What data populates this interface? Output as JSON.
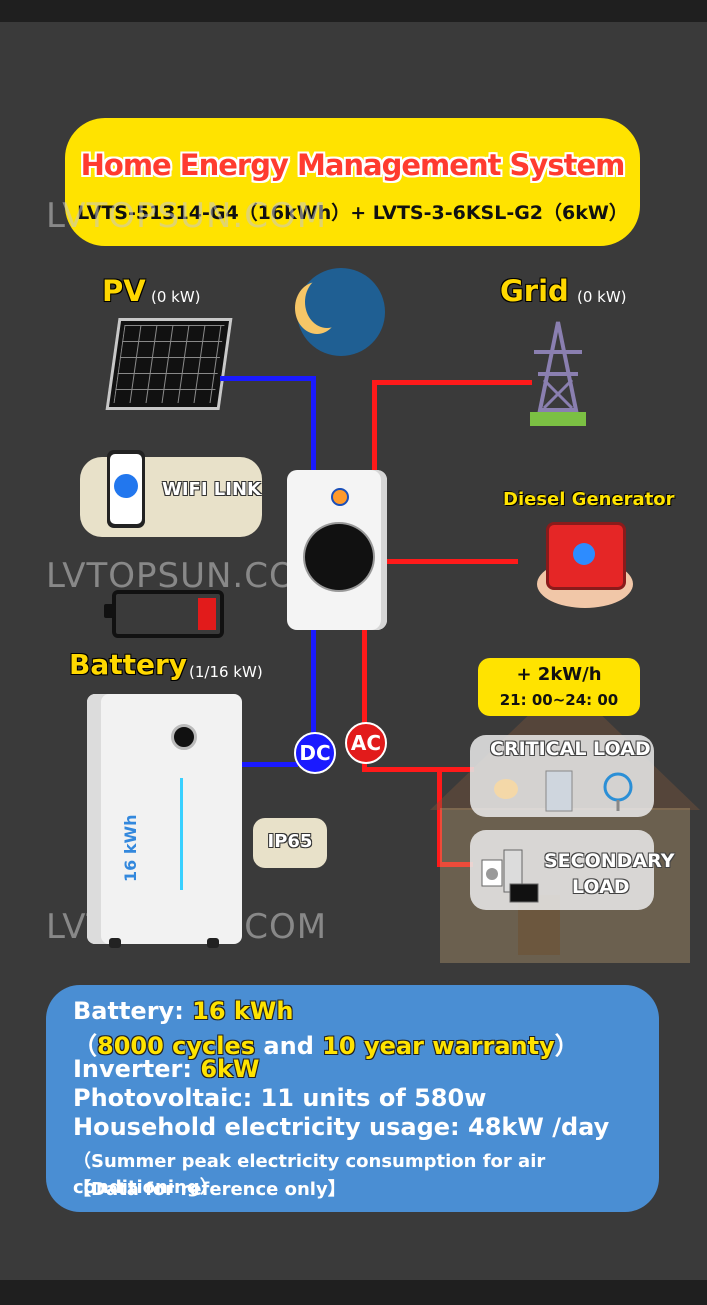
{
  "title": {
    "main": "Home Energy Management System",
    "sub": "LVTS-51314-G4（16kWh）+ LVTS-3-6KSL-G2（6kW）"
  },
  "watermark": "LVTOPSUN.COM",
  "pv": {
    "label": "PV",
    "power": "(0 kW)"
  },
  "grid": {
    "label": "Grid",
    "power": "(0 kW)"
  },
  "wifi": {
    "label": "WIFI LINK"
  },
  "battery": {
    "label": "Battery",
    "power": "(1/16 kW)",
    "unit_text": "16 kWh"
  },
  "diesel": {
    "label": "Diesel Generator"
  },
  "dc_label": "DC",
  "ac_label": "AC",
  "ip": {
    "label": "IP65"
  },
  "time_box": {
    "power": "+ 2kW/h",
    "time": "21: 00~24: 00"
  },
  "critical_load": {
    "label": "CRITICAL LOAD"
  },
  "secondary_load": {
    "label_1": "SECONDARY",
    "label_2": "LOAD"
  },
  "info": {
    "battery_label": "Battery:",
    "battery_value": "16 kWh",
    "paren_open": "（",
    "cycles": "8000 cycles",
    "and": "and",
    "warranty": "10 year warranty",
    "paren_close": "）",
    "inverter_label": "Inverter:",
    "inverter_value": "6kW",
    "pv_line": "Photovoltaic:  11 units of 580w",
    "usage_line": "Household electricity usage:  48kW /day",
    "note_1": "（Summer peak electricity consumption for air conditioning）",
    "note_2": "【Data for reference only】"
  },
  "colors": {
    "dc_wire": "#1a1aff",
    "ac_wire": "#ff1a1a",
    "highlight": "#ffe300",
    "info_bg": "#4a8ed3"
  }
}
